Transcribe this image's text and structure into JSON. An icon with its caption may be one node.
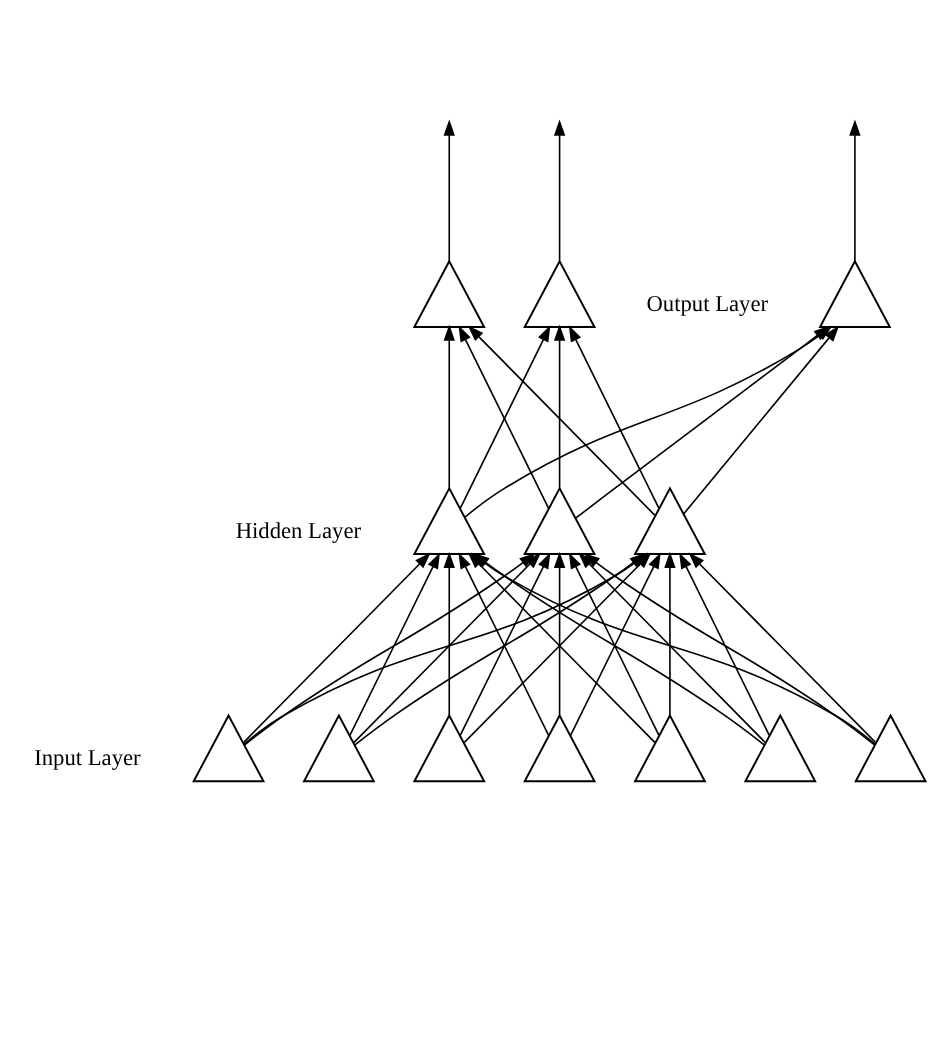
{
  "diagram": {
    "nodes": [
      {
        "text": [],
        "shape": "triangle"
      },
      {
        "text": [],
        "shape": "triangle"
      },
      {
        "text": [],
        "shape": "triangle"
      },
      {
        "text": [],
        "shape": "triangle"
      },
      {
        "text": [],
        "shape": "triangle"
      },
      {
        "text": [],
        "shape": "triangle"
      },
      {
        "text": [],
        "shape": "triangle"
      },
      {
        "text": [],
        "shape": "triangle"
      },
      {
        "text": [],
        "shape": "triangle"
      },
      {
        "text": [],
        "shape": "triangle"
      },
      {
        "text": [],
        "shape": "triangle"
      },
      {
        "text": [],
        "shape": "triangle"
      },
      {
        "text": [],
        "shape": "triangle"
      }
    ],
    "edges": [
      {
        "from": 0,
        "to": null,
        "arrow": "to"
      },
      {
        "from": 1,
        "to": null,
        "arrow": "to"
      },
      {
        "from": 2,
        "to": null,
        "arrow": "to"
      },
      {
        "from": 3,
        "to": 0,
        "arrow": "to"
      },
      {
        "from": 3,
        "to": 1,
        "arrow": "to"
      },
      {
        "from": 3,
        "to": 2,
        "arrow": "to"
      },
      {
        "from": 4,
        "to": 0,
        "arrow": "to"
      },
      {
        "from": 4,
        "to": 1,
        "arrow": "to"
      },
      {
        "from": 4,
        "to": 2,
        "arrow": "to"
      },
      {
        "from": 5,
        "to": 0,
        "arrow": "to"
      },
      {
        "from": 5,
        "to": 1,
        "arrow": "to"
      },
      {
        "from": 5,
        "to": 2,
        "arrow": "to"
      },
      {
        "from": 6,
        "to": 3,
        "arrow": "to"
      },
      {
        "from": 6,
        "to": 4,
        "arrow": "to"
      },
      {
        "from": 6,
        "to": 5,
        "arrow": "to"
      },
      {
        "from": 7,
        "to": 3,
        "arrow": "to"
      },
      {
        "from": 7,
        "to": 4,
        "arrow": "to"
      },
      {
        "from": 7,
        "to": 5,
        "arrow": "to"
      },
      {
        "from": 8,
        "to": 3,
        "arrow": "to"
      },
      {
        "from": 8,
        "to": 4,
        "arrow": "to"
      },
      {
        "from": 8,
        "to": 5,
        "arrow": "to"
      },
      {
        "from": 9,
        "to": 3,
        "arrow": "to"
      },
      {
        "from": 9,
        "to": 4,
        "arrow": "to"
      },
      {
        "from": 9,
        "to": 5,
        "arrow": "to"
      },
      {
        "from": 10,
        "to": 3,
        "arrow": "to"
      },
      {
        "from": 10,
        "to": 4,
        "arrow": "to"
      },
      {
        "from": 10,
        "to": 5,
        "arrow": "to"
      },
      {
        "from": 11,
        "to": 3,
        "arrow": "to"
      },
      {
        "from": 11,
        "to": 4,
        "arrow": "to"
      },
      {
        "from": 11,
        "to": 5,
        "arrow": "to"
      },
      {
        "from": 12,
        "to": 3,
        "arrow": "to"
      },
      {
        "from": 12,
        "to": 4,
        "arrow": "to"
      },
      {
        "from": 12,
        "to": 5,
        "arrow": "to"
      }
    ],
    "labels": [
      "Output Layer",
      "Hidden Layer",
      "Input Layer"
    ]
  }
}
